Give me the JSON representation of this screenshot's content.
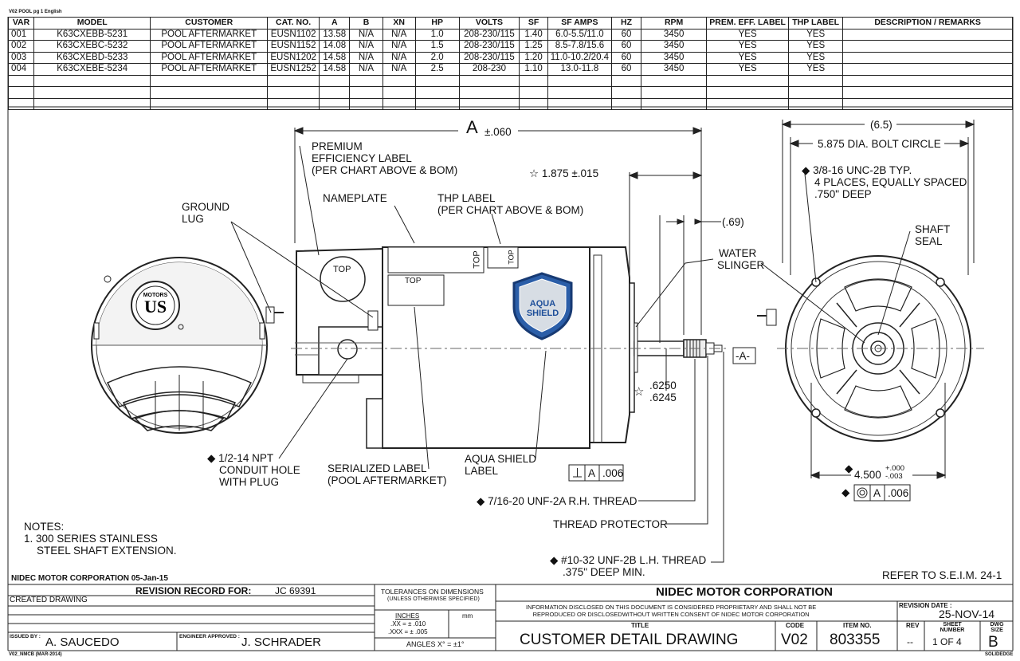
{
  "header": {
    "doc_ref": "V02 POOL pg 1 English"
  },
  "table": {
    "columns": [
      "VAR",
      "MODEL",
      "CUSTOMER",
      "CAT. NO.",
      "A",
      "B",
      "XN",
      "HP",
      "VOLTS",
      "SF",
      "SF AMPS",
      "HZ",
      "RPM",
      "PREM. EFF. LABEL",
      "THP LABEL",
      "DESCRIPTION / REMARKS"
    ],
    "rows": [
      [
        "001",
        "K63CXEBB-5231",
        "POOL AFTERMARKET",
        "EUSN1102",
        "13.58",
        "N/A",
        "N/A",
        "1.0",
        "208-230/115",
        "1.40",
        "6.0-5.5/11.0",
        "60",
        "3450",
        "YES",
        "YES",
        ""
      ],
      [
        "002",
        "K63CXEBC-5232",
        "POOL AFTERMARKET",
        "EUSN1152",
        "14.08",
        "N/A",
        "N/A",
        "1.5",
        "208-230/115",
        "1.25",
        "8.5-7.8/15.6",
        "60",
        "3450",
        "YES",
        "YES",
        ""
      ],
      [
        "003",
        "K63CXEBD-5233",
        "POOL AFTERMARKET",
        "EUSN1202",
        "14.58",
        "N/A",
        "N/A",
        "2.0",
        "208-230/115",
        "1.20",
        "11.0-10.2/20.4",
        "60",
        "3450",
        "YES",
        "YES",
        ""
      ],
      [
        "004",
        "K63CXEBE-5234",
        "POOL AFTERMARKET",
        "EUSN1252",
        "14.58",
        "N/A",
        "N/A",
        "2.5",
        "208-230",
        "1.10",
        "13.0-11.8",
        "60",
        "3450",
        "YES",
        "YES",
        ""
      ]
    ],
    "empty_rows": 3
  },
  "drawing": {
    "dim_a": "A",
    "dim_a_tol": "±.060",
    "dim_1875": "1.875 ±.015",
    "dim_69": "(.69)",
    "dim_65": "(6.5)",
    "bolt_circle": "5.875 DIA. BOLT CIRCLE",
    "tapped_holes": [
      "3/8-16 UNC-2B TYP.",
      "4 PLACES, EQUALLY SPACED",
      ".750\" DEEP"
    ],
    "shaft_seal": [
      "SHAFT",
      "SEAL"
    ],
    "water_slinger": [
      "WATER",
      "SLINGER"
    ],
    "premium_label": [
      "PREMIUM",
      "EFFICIENCY LABEL",
      "(PER CHART ABOVE & BOM)"
    ],
    "nameplate": "NAMEPLATE",
    "thp_label": [
      "THP LABEL",
      "(PER CHART ABOVE & BOM)"
    ],
    "ground_lug": [
      "GROUND",
      "LUG"
    ],
    "top": "TOP",
    "conduit": [
      "1/2-14 NPT",
      "CONDUIT HOLE",
      "WITH PLUG"
    ],
    "serialized": [
      "SERIALIZED LABEL",
      "(POOL AFTERMARKET)"
    ],
    "aqua_shield": [
      "AQUA SHIELD",
      "LABEL"
    ],
    "aqua_badge": [
      "AQUA",
      "SHIELD"
    ],
    "shaft_dia": [
      ".6250",
      ".6245"
    ],
    "perp_tol": ".006",
    "datum": "A",
    "thread_716": "7/16-20 UNF-2A R.H. THREAD",
    "thread_protector": "THREAD PROTECTOR",
    "thread_10_32": [
      "#10-32 UNF-2B L.H. THREAD",
      ".375\" DEEP MIN."
    ],
    "pilot_dia": "4.500",
    "pilot_tol_plus": "+.000",
    "pilot_tol_minus": "-.003",
    "conc_tol": ".006",
    "datum_a_tag": "-A-",
    "logo_text": "US MOTORS"
  },
  "notes": {
    "title": "NOTES:",
    "items": [
      "1. 300 SERIES STAINLESS",
      "STEEL SHAFT EXTENSION."
    ]
  },
  "refer": "REFER TO S.E.I.M. 24-1",
  "title_block": {
    "company_date": "NIDEC MOTOR CORPORATION 05-Jan-15",
    "rev_record": "REVISION RECORD FOR:",
    "rev_record_no": "JC 69391",
    "created": "CREATED DRAWING",
    "issued_by_label": "ISSUED BY :",
    "issued_by": "A. SAUCEDO",
    "engineer_label": "ENGINEER APPROVED :",
    "engineer": "J. SCHRADER",
    "tol_title": "TOLERANCES ON DIMENSIONS",
    "tol_sub": "(UNLESS OTHERWISE SPECIFIED)",
    "inches": "INCHES",
    "mm": "mm",
    "tol_xx": ".XX = ± .010",
    "tol_xxx": ".XXX = ± .005",
    "angles": "ANGLES  X° = ±1°",
    "company": "NIDEC MOTOR CORPORATION",
    "proprietary": [
      "INFORMATION DISCLOSED ON THIS DOCUMENT IS CONSIDERED PROPRIETARY AND SHALL NOT BE",
      "REPRODUCED OR DISCLOSEDWITHOUT WRITTEN CONSENT OF NIDEC MOTOR CORPORATION"
    ],
    "rev_date_label": "REVISION DATE :",
    "rev_date": "25-NOV-14",
    "title_label": "TITLE",
    "title": "CUSTOMER  DETAIL  DRAWING",
    "code_label": "CODE",
    "code": "V02",
    "item_label": "ITEM NO.",
    "item": "803355",
    "rev_label": "REV",
    "rev": "--",
    "sheet_label": "SHEET NUMBER",
    "sheet": "1  OF  4",
    "dwg_label": "DWG SIZE",
    "dwg": "B",
    "footer_left": "V02_NMCB (MAR-2014)",
    "footer_right": "SOLIDEDGE"
  }
}
